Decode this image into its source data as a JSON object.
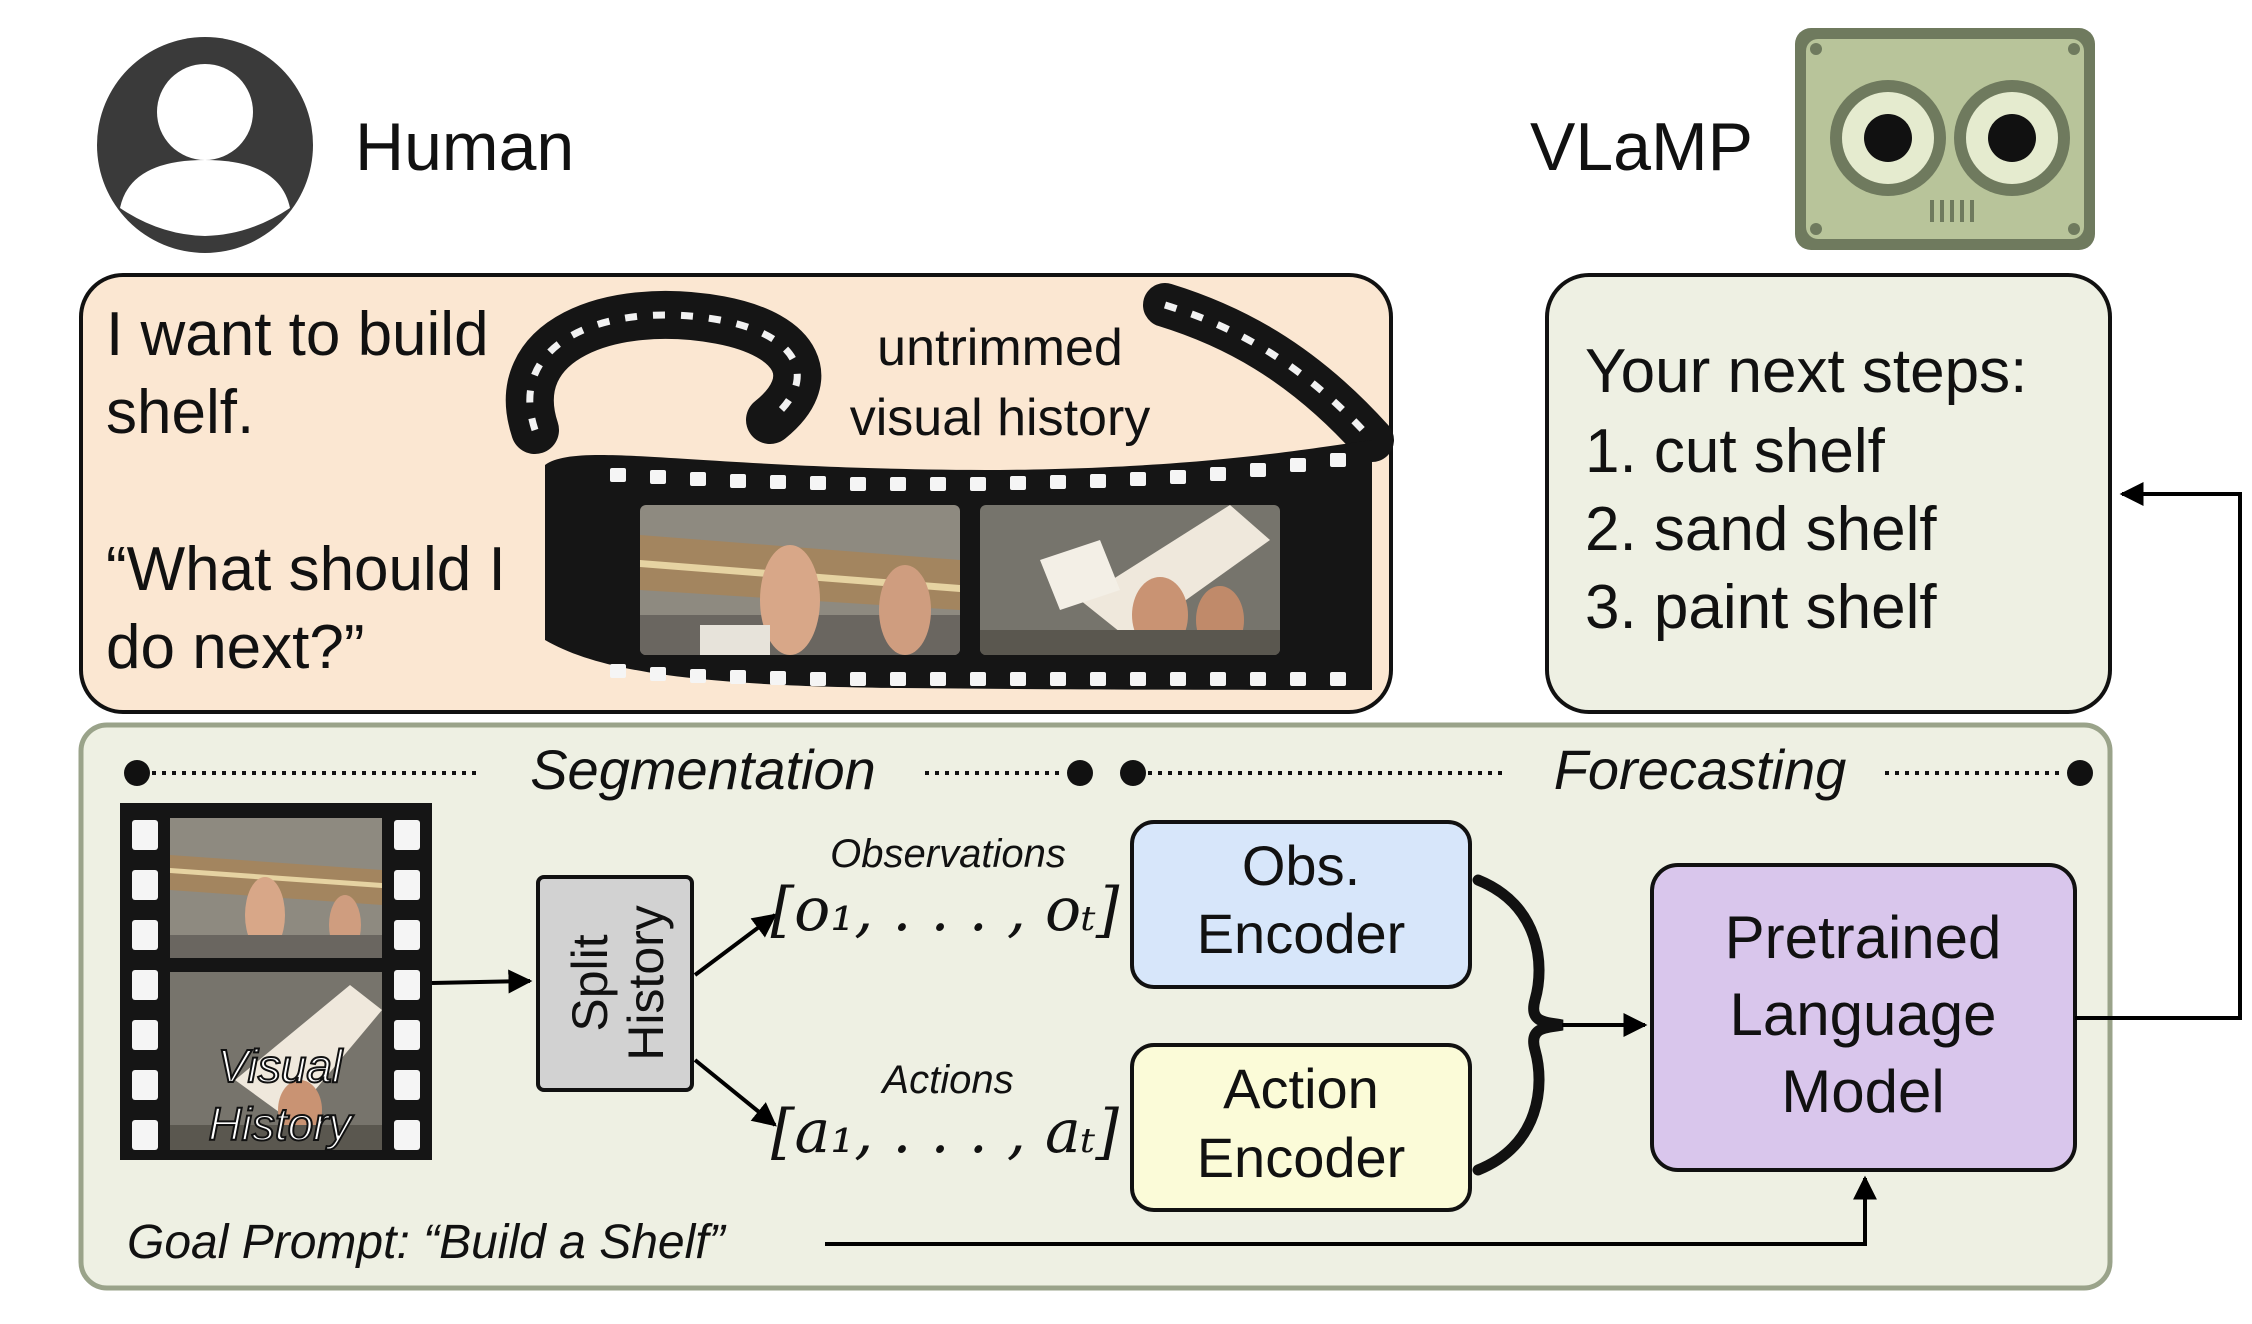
{
  "human": {
    "label": "Human"
  },
  "vlamp": {
    "label": "VLaMP"
  },
  "query": {
    "line1": "I want to build",
    "line2": "shelf.",
    "line3": "“What should I",
    "line4": "do next?”"
  },
  "film_caption": {
    "line1": "untrimmed",
    "line2": "visual history"
  },
  "response": {
    "title": "Your next steps:",
    "steps": [
      "1. cut shelf",
      "2. sand shelf",
      "3. paint shelf"
    ]
  },
  "pipeline": {
    "segmentation": "Segmentation",
    "forecasting": "Forecasting",
    "visual_history": {
      "line1": "Visual",
      "line2": "History"
    },
    "split": {
      "line1": "Split",
      "line2": "History"
    },
    "observations": {
      "label": "Observations",
      "formula": "[o₁, . . . , oₜ]"
    },
    "actions": {
      "label": "Actions",
      "formula": "[a₁, . . . , aₜ]"
    },
    "obs_encoder": {
      "line1": "Obs.",
      "line2": "Encoder"
    },
    "action_encoder": {
      "line1": "Action",
      "line2": "Encoder"
    },
    "plm": {
      "line1": "Pretrained",
      "line2": "Language",
      "line3": "Model"
    },
    "goal_prompt": "Goal Prompt: “Build a Shelf”"
  },
  "colors": {
    "query_bg": "#fbe7d2",
    "response_bg": "#eef0e3",
    "pipeline_bg": "#eef0e3",
    "obs_encoder": "#d7e6fa",
    "action_encoder": "#fbfbd8",
    "plm": "#d9c6ec",
    "split_box": "#d2d2d2",
    "robot": "#b8c49a"
  }
}
